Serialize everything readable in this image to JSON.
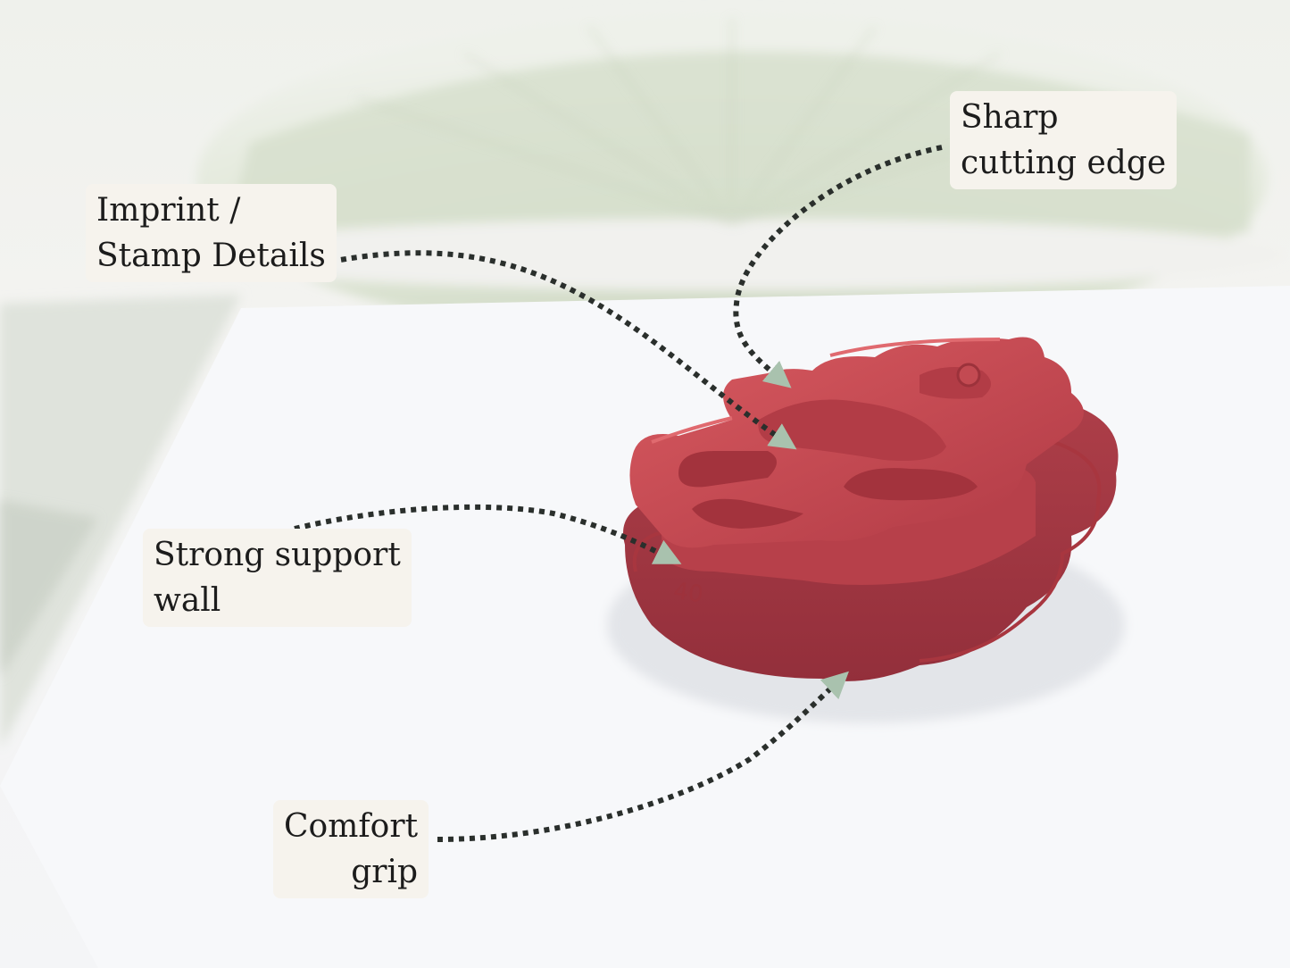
{
  "title": "Clay cutter feature callouts",
  "labels": {
    "imprint": {
      "line1": "Imprint /",
      "line2": "Stamp Details"
    },
    "sharp": {
      "line1": "Sharp",
      "line2": "cutting edge"
    },
    "support": {
      "line1": "Strong support",
      "line2": "wall"
    },
    "comfort": {
      "line1": "Comfort",
      "line2": "grip"
    }
  },
  "cutter": {
    "size_mark": "40",
    "color": "#c0464f"
  },
  "colors": {
    "arrow_dark": "#2a2f2c",
    "arrow_light": "#a9c2ae",
    "label_bg": "#f6f3ed"
  }
}
